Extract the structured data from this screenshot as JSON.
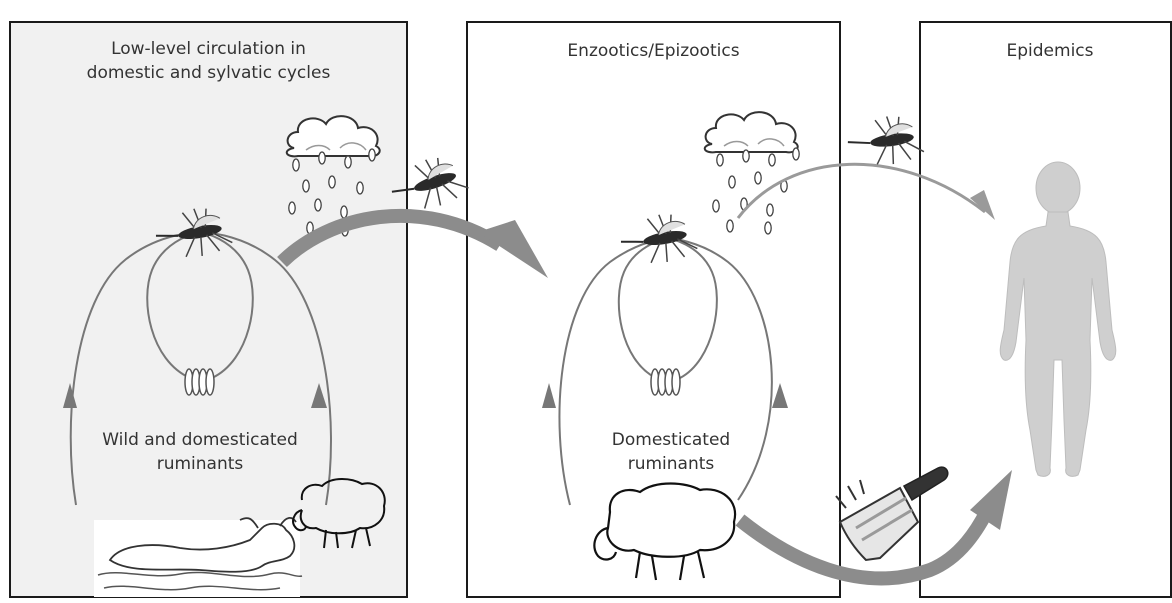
{
  "panels": [
    {
      "id": "low-level",
      "title_lines": [
        "Low-level circulation in",
        "domestic and sylvatic cycles"
      ],
      "host_label_lines": [
        "Wild and domesticated",
        "ruminants"
      ],
      "shaded": true
    },
    {
      "id": "enzootics",
      "title_lines": [
        "Enzootics/Epizootics"
      ],
      "host_label_lines": [
        "Domesticated",
        "ruminants"
      ],
      "shaded": false
    },
    {
      "id": "epidemics",
      "title_lines": [
        "Epidemics"
      ],
      "shaded": false
    }
  ],
  "icons": [
    "mosquito-icon",
    "rain-cloud-icon",
    "egg-cluster-icon",
    "sheep-icon",
    "buffalo-icon",
    "cleaver-icon",
    "human-silhouette-icon"
  ],
  "colors": {
    "panel_border": "#1a1a1a",
    "panel_shaded_fill": "#f1f1f1",
    "cycle_stroke": "#777777",
    "arrow_fill": "#8c8c8c",
    "human_fill": "#cfcfcf",
    "text": "#333333"
  }
}
